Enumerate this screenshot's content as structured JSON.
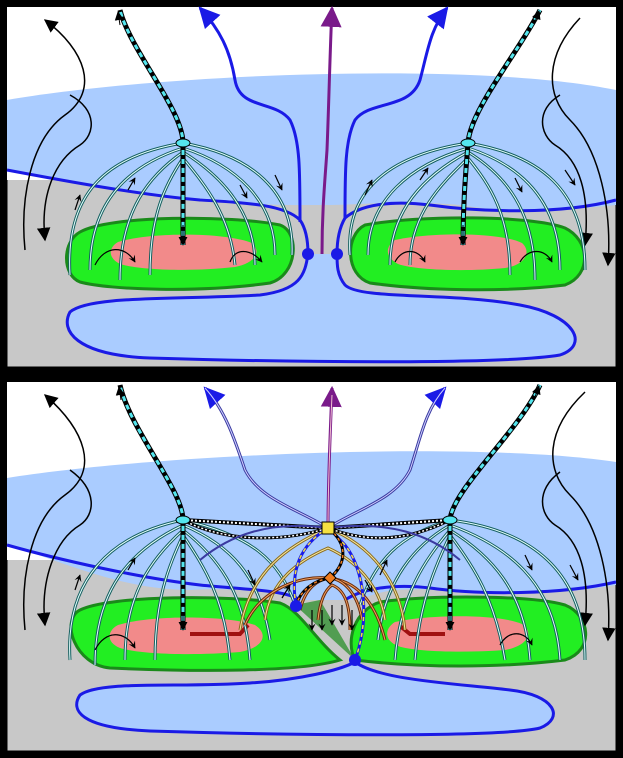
{
  "colors": {
    "background": "#000000",
    "panel_bg": "#ffffff",
    "photosphere": "#c8c8c8",
    "chromosphere": "#aaccff",
    "separatrix": "#1a1ae6",
    "open_field": "#7a1a8a",
    "plage": "#22ee22",
    "plage_edge": "#1a8a1a",
    "umbra": "#f28a8a",
    "loop": "#145f5f",
    "spine": "#55e6ee",
    "null_point": "#1a1ae6",
    "null_square": "#f5e042",
    "orange_null": "#f07c1e",
    "ribbon": "#a01010"
  },
  "panels": [
    {
      "id": "top",
      "description_key": "quiescent"
    },
    {
      "id": "bottom",
      "description_key": "reconnecting"
    }
  ]
}
